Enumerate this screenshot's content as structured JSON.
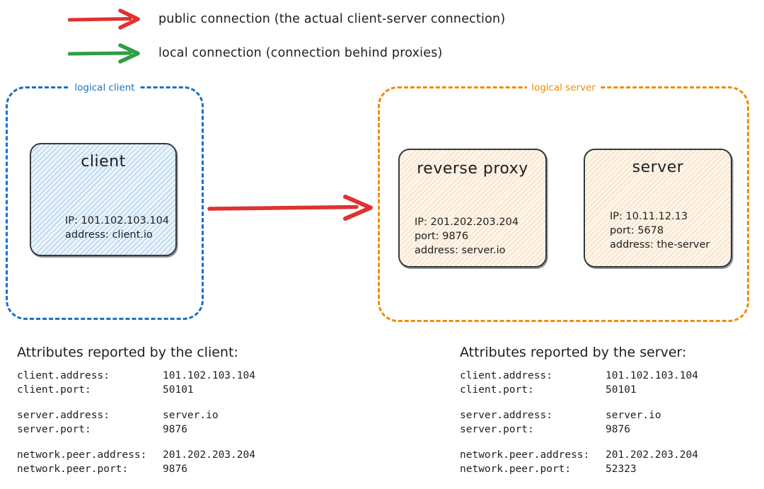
{
  "colors": {
    "public_arrow": "#e03131",
    "local_arrow": "#2f9e44",
    "client_container": "#1971c2",
    "server_container": "#f08c00",
    "node_stroke": "#343a40"
  },
  "legend": {
    "items": [
      {
        "icon": "red-arrow-icon",
        "color": "#e03131",
        "label": "public connection (the actual client-server connection)"
      },
      {
        "icon": "green-arrow-icon",
        "color": "#2f9e44",
        "label": "local connection (connection behind proxies)"
      }
    ]
  },
  "diagram": {
    "client_container": {
      "caption": "logical client"
    },
    "server_container": {
      "caption": "logical server"
    },
    "nodes": {
      "client": {
        "title": "client",
        "lines": [
          "IP: 101.102.103.104",
          "address: client.io"
        ]
      },
      "reverse_proxy": {
        "title": "reverse proxy",
        "lines": [
          "IP: 201.202.203.204",
          "port: 9876",
          "address: server.io"
        ]
      },
      "server": {
        "title": "server",
        "lines": [
          "IP: 10.11.12.13",
          "port: 5678",
          "address: the-server"
        ]
      }
    },
    "public_arrow": {
      "label": "public connection"
    }
  },
  "attributes_client": {
    "heading": "Attributes reported by the client:",
    "groups": [
      [
        {
          "key": "client.address:",
          "value": "101.102.103.104"
        },
        {
          "key": "client.port:",
          "value": "50101"
        }
      ],
      [
        {
          "key": "server.address:",
          "value": "server.io"
        },
        {
          "key": "server.port:",
          "value": "9876"
        }
      ],
      [
        {
          "key": "network.peer.address:",
          "value": "201.202.203.204"
        },
        {
          "key": "network.peer.port:",
          "value": "9876"
        }
      ]
    ]
  },
  "attributes_server": {
    "heading": "Attributes reported by the server:",
    "groups": [
      [
        {
          "key": "client.address:",
          "value": "101.102.103.104"
        },
        {
          "key": "client.port:",
          "value": "50101"
        }
      ],
      [
        {
          "key": "server.address:",
          "value": "server.io"
        },
        {
          "key": "server.port:",
          "value": "9876"
        }
      ],
      [
        {
          "key": "network.peer.address:",
          "value": "201.202.203.204"
        },
        {
          "key": "network.peer.port:",
          "value": "52323"
        }
      ]
    ]
  }
}
